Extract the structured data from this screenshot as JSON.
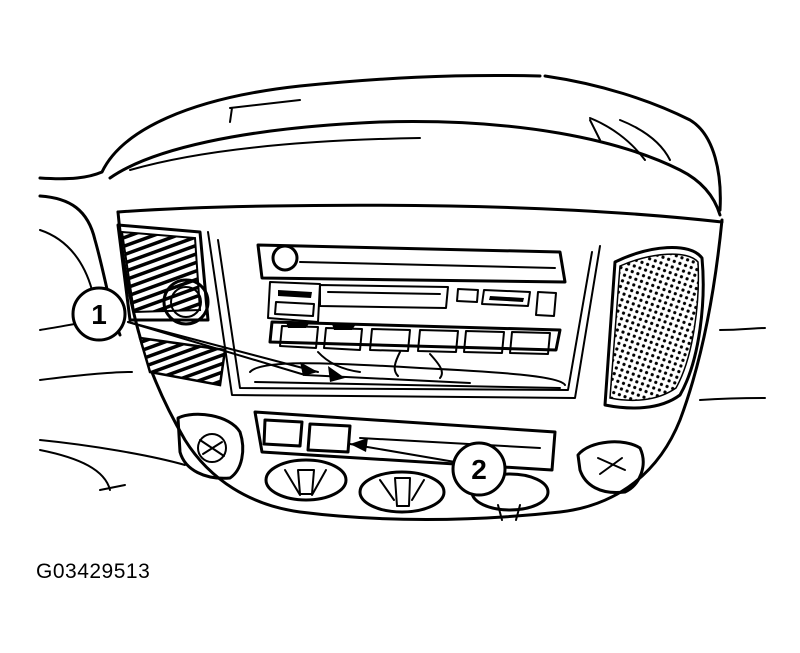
{
  "figure_id": "G03429513",
  "callouts": [
    {
      "number": "1"
    },
    {
      "number": "2"
    }
  ]
}
